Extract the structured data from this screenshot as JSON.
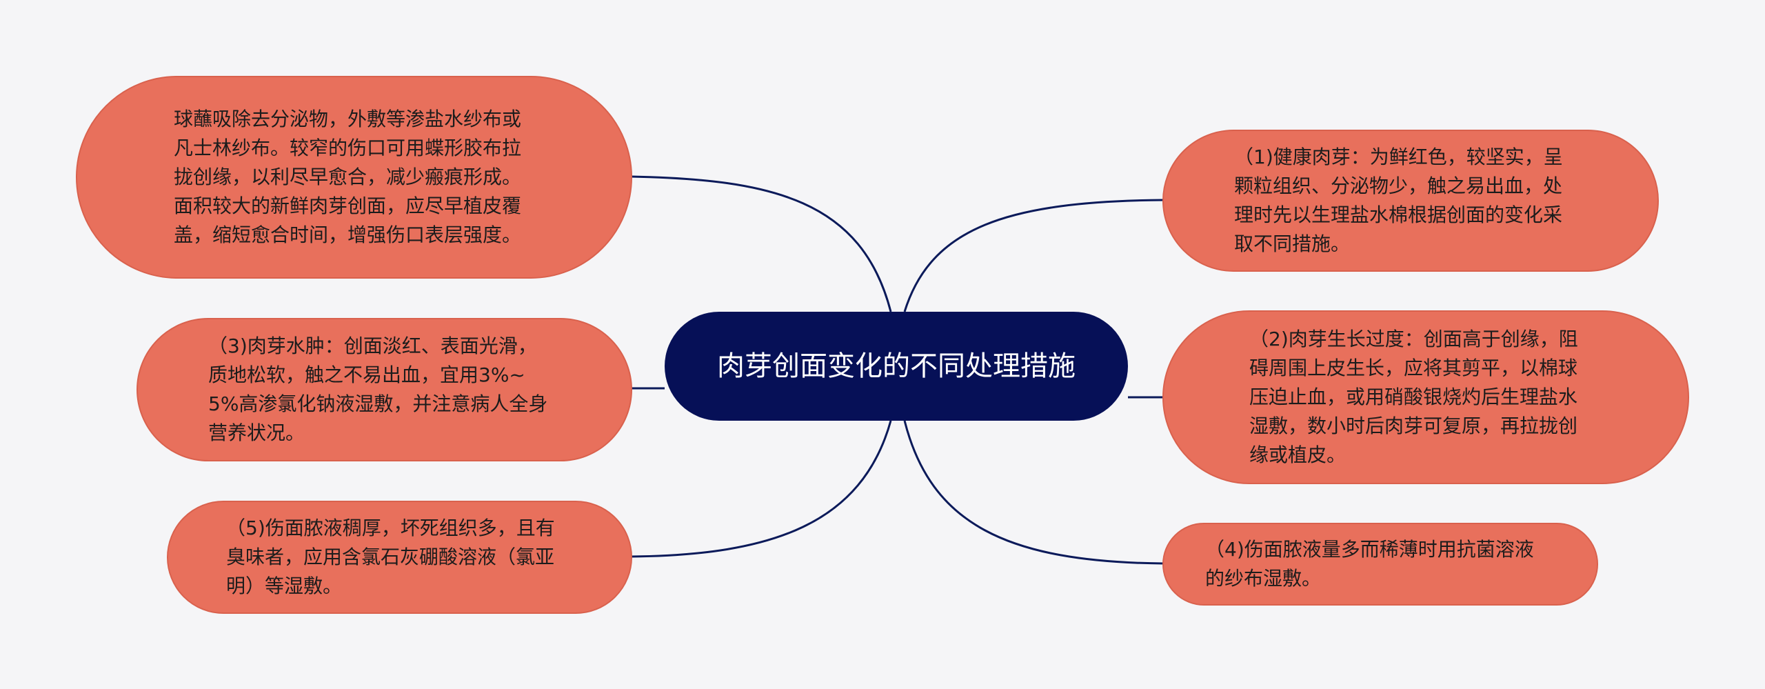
{
  "root": {
    "text": "肉芽创面变化的不同处理措施",
    "color": "#061057"
  },
  "colors": {
    "node_fill": "#e8705c",
    "link": "#0b1a5a",
    "background": "#f5f5f7"
  },
  "nodes": {
    "left_top": "球蘸吸除去分泌物，外敷等渗盐水纱布或凡士林纱布。较窄的伤口可用蝶形胶布拉拢创缘，以利尽早愈合，减少瘢痕形成。面积较大的新鲜肉芽创面，应尽早植皮覆盖，缩短愈合时间，增强伤口表层强度。",
    "left_mid": "（3)肉芽水肿：创面淡红、表面光滑，质地松软，触之不易出血，宜用3%~5%高渗氯化钠液湿敷，并注意病人全身营养状况。",
    "left_bottom": "（5)伤面脓液稠厚，坏死组织多，且有臭味者，应用含氯石灰硼酸溶液（氯亚明）等湿敷。",
    "right_top": "（1)健康肉芽：为鲜红色，较坚实，呈颗粒组织、分泌物少，触之易出血，处理时先以生理盐水棉根据创面的变化采取不同措施。",
    "right_mid": "（2)肉芽生长过度：创面高于创缘，阻碍周围上皮生长，应将其剪平，以棉球压迫止血，或用硝酸银烧灼后生理盐水湿敷，数小时后肉芽可复原，再拉拢创缘或植皮。",
    "right_bottom": "（4)伤面脓液量多而稀薄时用抗菌溶液的纱布湿敷。"
  }
}
